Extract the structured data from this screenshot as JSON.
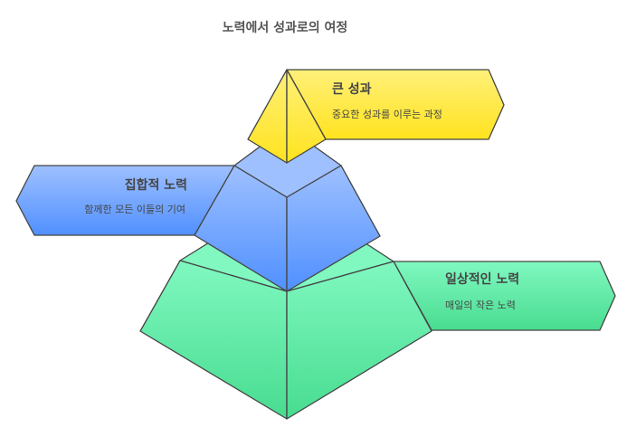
{
  "title": "노력에서 성과로의 여정",
  "levels": [
    {
      "heading": "큰 성과",
      "description": "중요한 성과를 이루는 과정",
      "color_top": "#fff07a",
      "color_bottom": "#ffe31f"
    },
    {
      "heading": "집합적 노력",
      "description": "함께한 모든 이들의 기여",
      "color_top": "#9ec0ff",
      "color_bottom": "#5090ff"
    },
    {
      "heading": "일상적인 노력",
      "description": "매일의 작은 노력",
      "color_top": "#80f8c0",
      "color_bottom": "#48dc90"
    }
  ]
}
